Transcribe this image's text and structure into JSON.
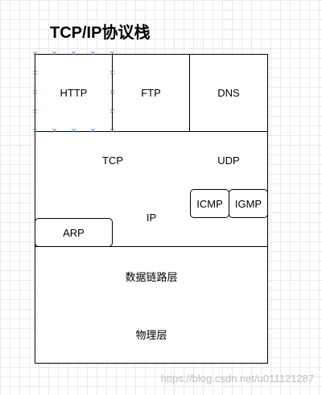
{
  "title": "TCP/IP协议栈",
  "layers": {
    "application": {
      "http": "HTTP",
      "ftp": "FTP",
      "dns": "DNS"
    },
    "transport": {
      "tcp": "TCP",
      "udp": "UDP"
    },
    "network": {
      "ip": "IP",
      "icmp": "ICMP",
      "igmp": "IGMP",
      "arp": "ARP"
    },
    "datalink": "数据链路层",
    "physical": "物理层"
  },
  "watermark": "https://blog.csdn.net/u011121287",
  "colors": {
    "border": "#000000",
    "grid": "#e9e9e9",
    "selection_handle": "#4a90d9",
    "watermark": "#aaaaaa"
  },
  "selected_element": "HTTP"
}
